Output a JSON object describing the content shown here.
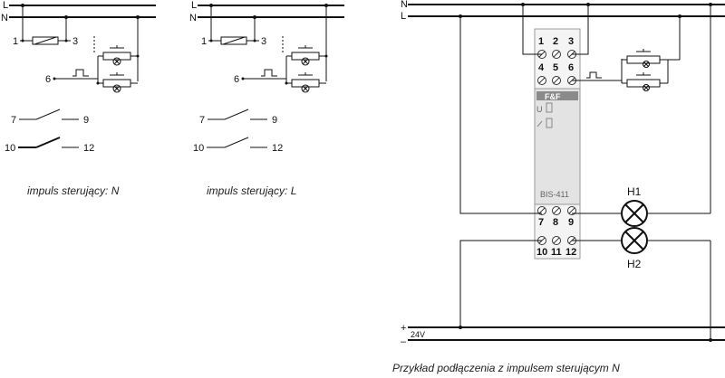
{
  "rails": {
    "l": "L",
    "n": "N",
    "plus": "+",
    "minus": "–"
  },
  "left_panel": {
    "term_1": "1",
    "term_3": "3",
    "term_6": "6",
    "c7": "7",
    "c9": "9",
    "c10": "10",
    "c12": "12",
    "caption": "impuls sterujący: N"
  },
  "mid_panel": {
    "term_1": "1",
    "term_3": "3",
    "term_6": "6",
    "c7": "7",
    "c9": "9",
    "c10": "10",
    "c12": "12",
    "caption": "impuls sterujący: L"
  },
  "right_panel": {
    "terminals_top": [
      "1",
      "2",
      "3"
    ],
    "terminals_mid": [
      "4",
      "5",
      "6"
    ],
    "terminals_b1": [
      "7",
      "8",
      "9"
    ],
    "terminals_b2": [
      "10",
      "11",
      "12"
    ],
    "brand": "F&F",
    "u_label": "U",
    "device_model": "BIS-411",
    "lamp_h1": "H1",
    "lamp_h2": "H2",
    "supply_voltage": "24V",
    "caption": "Przykład podłączenia z impulsem sterującym N"
  }
}
